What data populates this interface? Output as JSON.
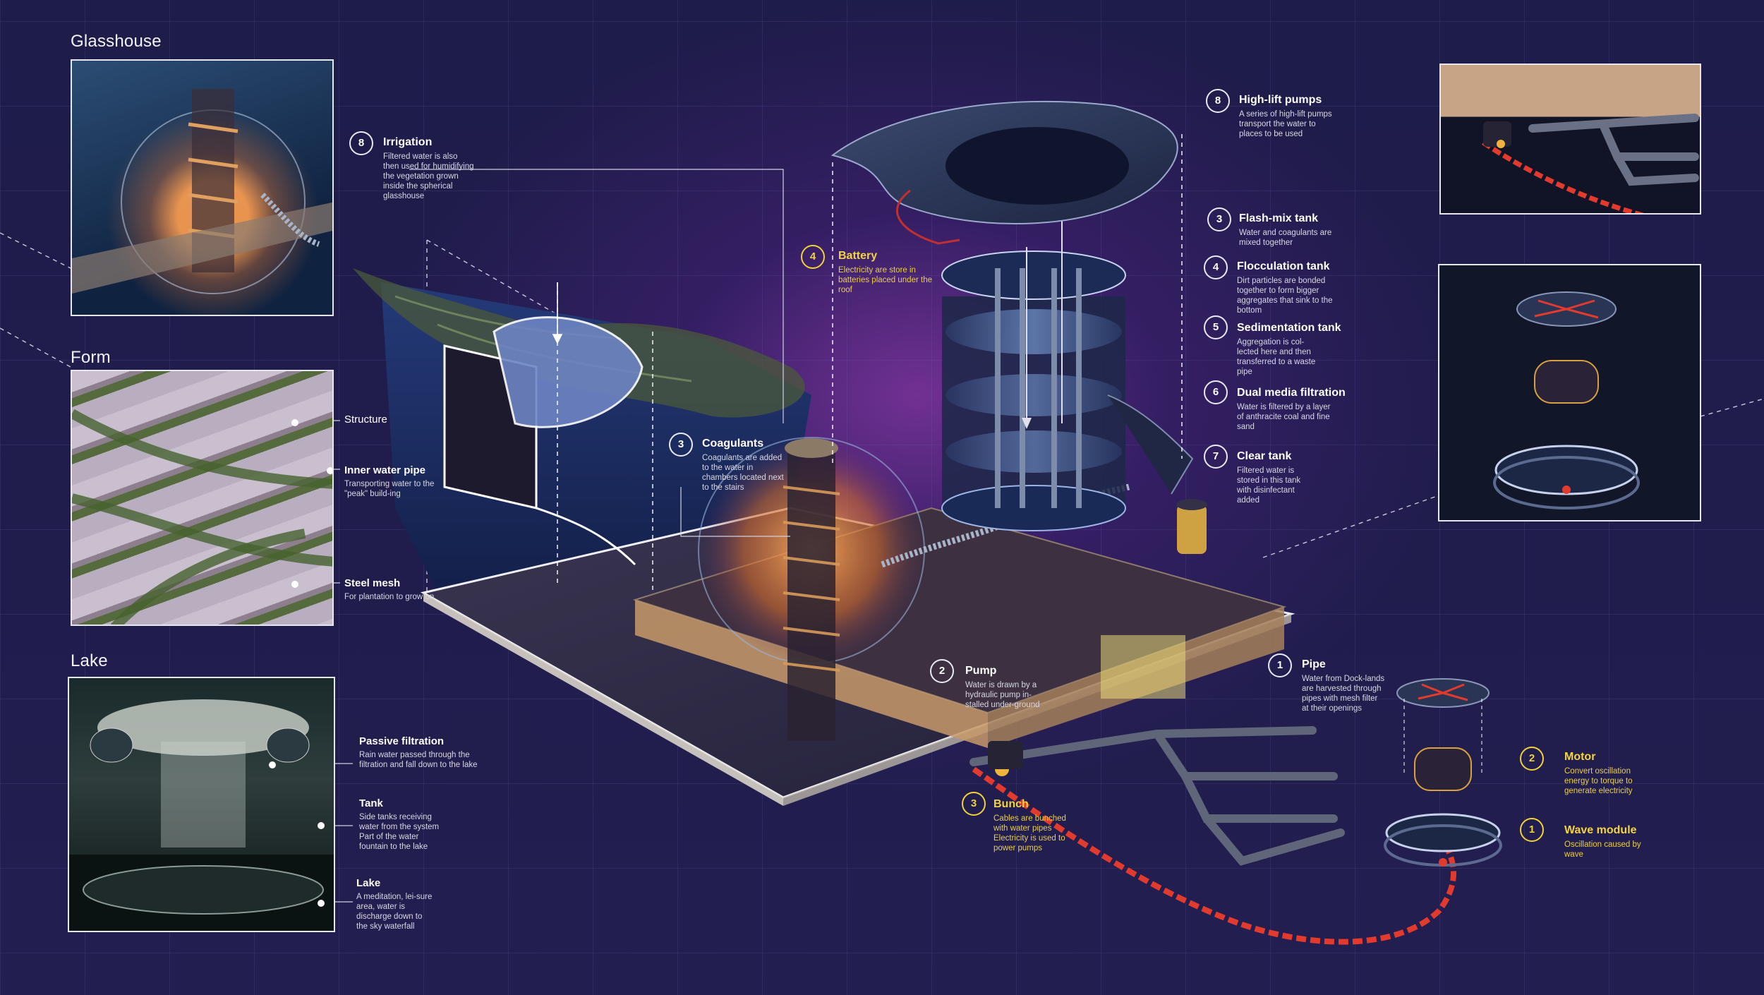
{
  "sections": {
    "glasshouse": "Glasshouse",
    "form": "Form",
    "lake": "Lake"
  },
  "form_labels": [
    {
      "title": "Structure",
      "desc": ""
    },
    {
      "title": "Inner water pipe",
      "desc": "Transporting water to the \"peak\" build-ing"
    },
    {
      "title": "Steel mesh",
      "desc": "For plantation to grow on"
    }
  ],
  "lake_labels": [
    {
      "title": "Passive filtration",
      "desc": "Rain water passed through the filtration and fall down to the lake"
    },
    {
      "title": "Tank",
      "desc": "Side tanks receiving water from the system Part of the water fountain to the lake"
    },
    {
      "title": "Lake",
      "desc": "A meditation, lei-sure area, water is discharge down to the sky waterfall"
    }
  ],
  "callouts": {
    "irrigation": {
      "num": "8",
      "title": "Irrigation",
      "desc": "Filtered water is also then used for humidifying the vegetation grown inside the spherical glasshouse"
    },
    "battery": {
      "num": "4",
      "title": "Battery",
      "desc": "Electricity are store in batteries placed under the roof"
    },
    "coagulants": {
      "num": "3",
      "title": "Coagulants",
      "desc": "Coagulants are added to the water in chambers located next to the stairs"
    },
    "pump": {
      "num": "2",
      "title": "Pump",
      "desc": "Water is drawn by a hydraulic pump in-stalled under-ground"
    },
    "bunch": {
      "num": "3",
      "title": "Bunch",
      "desc": "Cables are bunched with water pipes Electricity is used to power pumps"
    },
    "pipe": {
      "num": "1",
      "title": "Pipe",
      "desc": "Water from Dock-lands are harvested through pipes with mesh filter at their openings"
    },
    "high_lift": {
      "num": "8",
      "title": "High-lift pumps",
      "desc": "A series of high-lift pumps transport the water to places to be used"
    },
    "flash_mix": {
      "num": "3",
      "title": "Flash-mix tank",
      "desc": "Water and coagulants are mixed together"
    },
    "flocculation": {
      "num": "4",
      "title": "Flocculation tank",
      "desc": "Dirt particles are bonded together to form bigger aggregates that sink to the bottom"
    },
    "sedimentation": {
      "num": "5",
      "title": "Sedimentation tank",
      "desc": "Aggregation is col-lected here and then transferred to a waste pipe"
    },
    "dual_media": {
      "num": "6",
      "title": "Dual media filtration",
      "desc": "Water is filtered by a layer of anthracite coal and fine sand"
    },
    "clear_tank": {
      "num": "7",
      "title": "Clear tank",
      "desc": "Filtered water is stored in this tank with disinfectant added"
    },
    "motor": {
      "num": "2",
      "title": "Motor",
      "desc": "Convert oscillation energy to torque to generate electricity"
    },
    "wave_module": {
      "num": "1",
      "title": "Wave module",
      "desc": "Oscillation caused by wave"
    }
  },
  "colors": {
    "background": "#1f1d4a",
    "glow": "#8034a0",
    "gold": "#f1d23a",
    "cable": "#e33a2e",
    "pipe": "#5f6679"
  }
}
